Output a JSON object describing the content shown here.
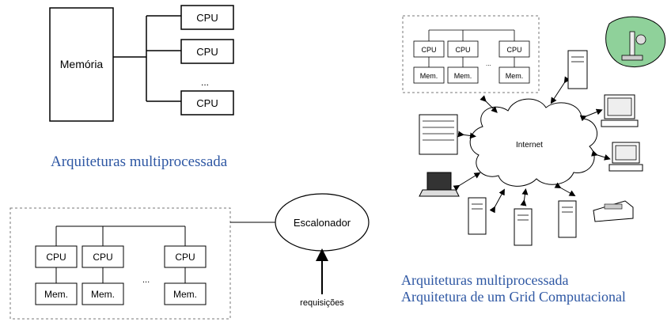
{
  "diagram1": {
    "memory_label": "Memória",
    "cpu_label": "CPU",
    "ellipsis": "...",
    "caption": "Arquiteturas multiprocessada"
  },
  "diagram2": {
    "cpu_label": "CPU",
    "mem_label": "Mem.",
    "ellipsis": "...",
    "scheduler_label": "Escalonador",
    "requests_label": "requisições"
  },
  "diagram3": {
    "cpu_label": "CPU",
    "mem_label": "Mem.",
    "ellipsis": "...",
    "internet_label": "Internet",
    "caption_line1": "Arquiteturas multiprocessada",
    "caption_line2": "Arquitetura de um Grid Computacional"
  },
  "colors": {
    "caption": "#2e57a3",
    "stroke": "#000000",
    "dashed_border": "#777777",
    "microscope_bg": "#8fd19a"
  },
  "icons": [
    "server-icon",
    "monitor-icon",
    "laptop-icon",
    "printer-icon",
    "cloud-icon",
    "microscope-icon"
  ]
}
